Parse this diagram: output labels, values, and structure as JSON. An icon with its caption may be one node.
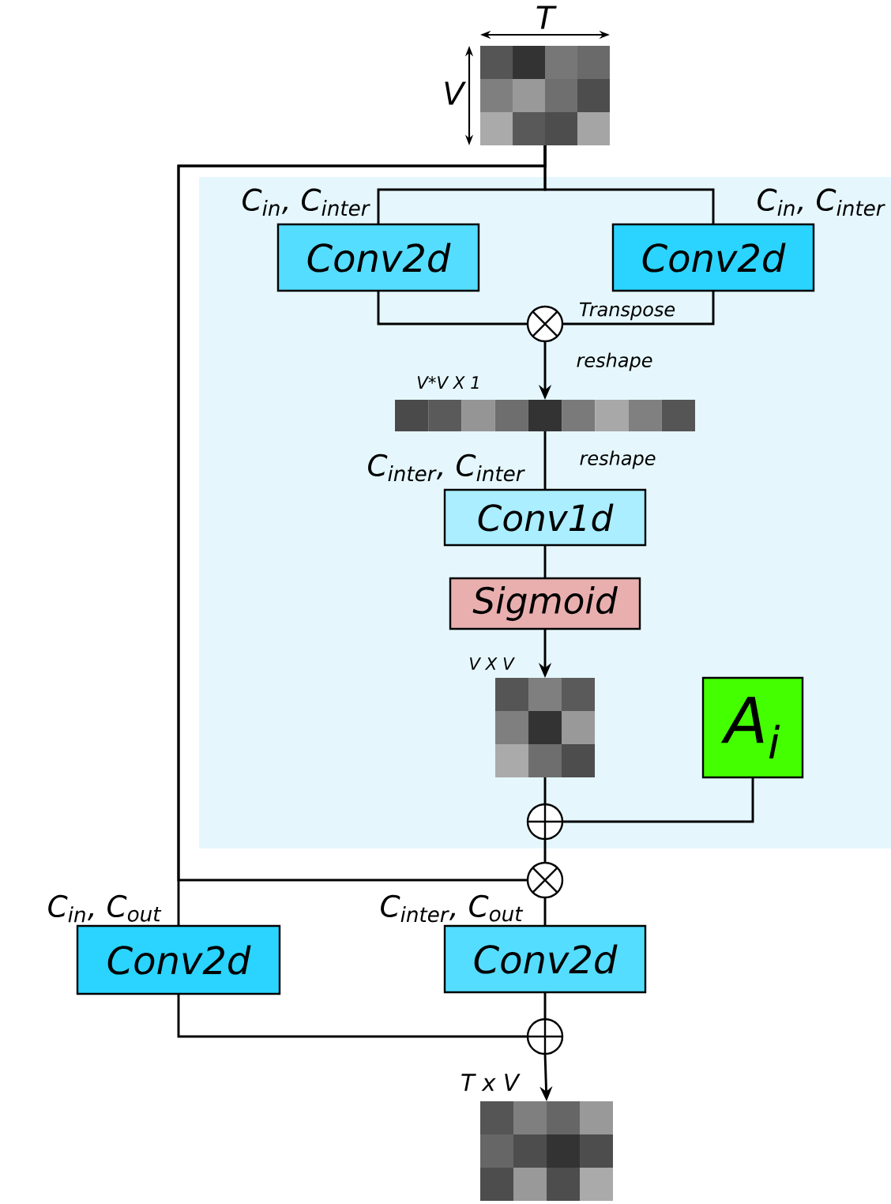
{
  "diagram": {
    "nodes": [
      {
        "text": [],
        "shape": "grid",
        "beside": [
          "T",
          "V"
        ]
      },
      {
        "text": [],
        "shape": "box"
      },
      {
        "text": [
          "Conv2d"
        ],
        "in": 1,
        "beside": [
          "C$_{in}$, C$_{inter}$"
        ]
      },
      {
        "text": [
          "Conv2d"
        ],
        "in": 1,
        "beside": [
          "C$_{in}$, C$_{inter}$"
        ]
      },
      {
        "text": [],
        "shape": "circle",
        "in": 1
      },
      {
        "text": [],
        "shape": "bar",
        "in": 1,
        "beside": [
          "V*V X 1"
        ]
      },
      {
        "text": [
          "Conv1d"
        ],
        "in": 1,
        "beside": [
          "C$_{inter}$, C$_{inter}$"
        ]
      },
      {
        "text": [
          "Sigmoid"
        ],
        "in": 1
      },
      {
        "text": [],
        "shape": "grid",
        "in": 1,
        "beside": [
          "V X V"
        ]
      },
      {
        "text": [
          "A$_{i}$"
        ],
        "in": 1
      },
      {
        "text": [],
        "shape": "circle",
        "in": 1
      },
      {
        "text": [],
        "shape": "circle"
      },
      {
        "text": [
          "Conv2d"
        ],
        "beside": [
          "C$_{in}$, C$_{out}$"
        ]
      },
      {
        "text": [
          "Conv2d"
        ],
        "beside": [
          "C$_{inter}$, C$_{out}$"
        ]
      },
      {
        "text": [],
        "shape": "circle"
      },
      {
        "text": [],
        "shape": "grid",
        "beside": [
          "T x V"
        ]
      }
    ],
    "edges": [
      {
        "from": 0,
        "to": 2,
        "arrow": "none"
      },
      {
        "from": 0,
        "to": 3,
        "arrow": "none"
      },
      {
        "from": 0,
        "to": 11,
        "arrow": "none"
      },
      {
        "from": 0,
        "to": 12,
        "arrow": "none"
      },
      {
        "from": 2,
        "to": 4,
        "arrow": "none"
      },
      {
        "from": 3,
        "to": 4,
        "arrow": "none",
        "label": "Transpose"
      },
      {
        "from": 4,
        "to": 5,
        "arrow": "to",
        "label": "reshape"
      },
      {
        "from": 5,
        "to": 6,
        "arrow": "none",
        "label": "reshape"
      },
      {
        "from": 6,
        "to": 7,
        "arrow": "none"
      },
      {
        "from": 7,
        "to": 8,
        "arrow": "to"
      },
      {
        "from": 8,
        "to": 10,
        "arrow": "none"
      },
      {
        "from": 9,
        "to": 10,
        "arrow": "none"
      },
      {
        "from": 10,
        "to": 11,
        "arrow": "none"
      },
      {
        "from": 11,
        "to": 13,
        "arrow": "none"
      },
      {
        "from": 12,
        "to": 14,
        "arrow": "none"
      },
      {
        "from": 13,
        "to": 14,
        "arrow": "none"
      },
      {
        "from": 14,
        "to": 15,
        "arrow": "to"
      }
    ]
  }
}
